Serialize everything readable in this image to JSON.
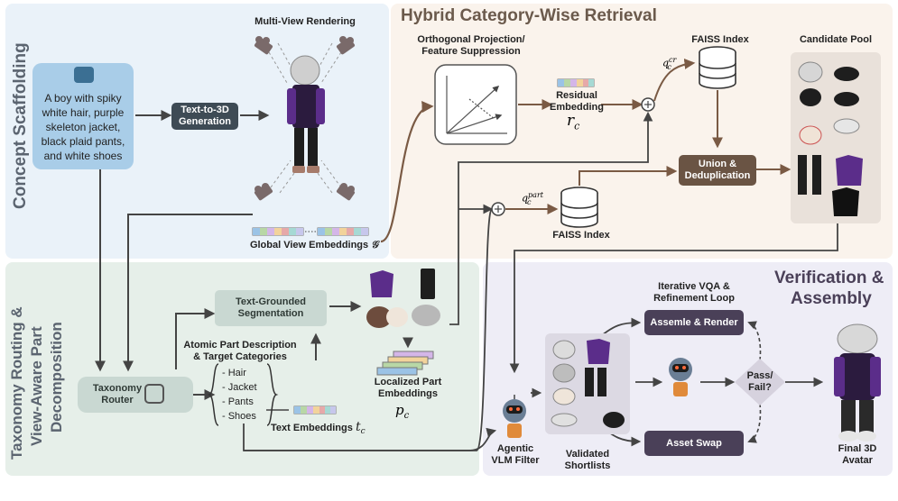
{
  "panels": {
    "concept": "Concept Scaffolding",
    "retrieval": "Hybrid Category-Wise Retrieval",
    "taxonomy_line1": "Taxonomy Routing &",
    "taxonomy_line2": "View-Aware Part",
    "taxonomy_line3": "Decomposition",
    "verification_line1": "Verification &",
    "verification_line2": "Assembly"
  },
  "concept": {
    "prompt": "A boy with spiky white hair, purple skeleton jacket, black plaid pants, and white shoes",
    "text_to_3d": "Text-to-3D Generation",
    "multi_view": "Multi-View Rendering",
    "global_embeddings": "Global View Embeddings",
    "global_symbol": "𝒢"
  },
  "retrieval": {
    "ortho": "Orthogonal Projection/ Feature Suppression",
    "residual": "Residual Embedding",
    "residual_symbol": "r",
    "residual_sub": "c",
    "faiss_top": "FAISS Index",
    "faiss_bottom": "FAISS Index",
    "q_cr": "q",
    "q_cr_sup": "cr",
    "q_cr_sub": "c",
    "q_part": "q",
    "q_part_sup": "part",
    "q_part_sub": "c",
    "union": "Union & Deduplication",
    "candidate_pool": "Candidate Pool"
  },
  "taxonomy": {
    "router": "Taxonomy Router",
    "atomic": "Atomic Part Description & Target Categories",
    "categories": [
      "- Hair",
      "- Jacket",
      "- Pants",
      "- Shoes"
    ],
    "segmentation": "Text-Grounded Segmentation",
    "localized": "Localized Part Embeddings",
    "localized_symbol": "p",
    "localized_sub": "c",
    "text_embeddings": "Text Embeddings",
    "text_symbol": "t",
    "text_sub": "c"
  },
  "verification": {
    "iterative": "Iterative VQA & Refinement Loop",
    "assemble": "Assemle & Render",
    "asset_swap": "Asset Swap",
    "agentic": "Agentic VLM Filter",
    "shortlists": "Validated Shortlists",
    "decision": "Pass/ Fail?",
    "final": "Final 3D Avatar"
  },
  "colors": {
    "concept_bg": "#eaf2f9",
    "retrieval_bg": "#faf3ec",
    "taxonomy_bg": "#e6efe9",
    "verification_bg": "#eeedf6",
    "dark_box": "#3e4b55",
    "brown_box": "#6a5444",
    "purple_box": "#4a4058",
    "sage_box": "#c9d8d2",
    "arrow": "#444444",
    "brown_arrow": "#7a5a44"
  }
}
